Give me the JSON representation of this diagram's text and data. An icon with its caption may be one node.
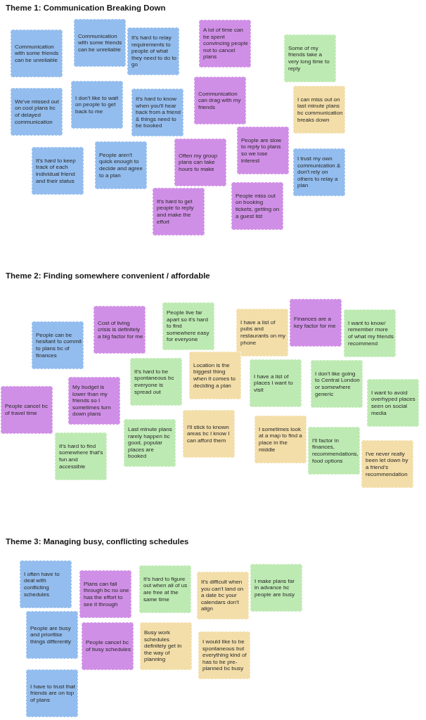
{
  "diagram": {
    "nodes": [
      {
        "text": [
          "Communication with some friends can be unreliable"
        ]
      },
      {
        "text": [
          "Communication with some friends can be unreliable"
        ]
      },
      {
        "text": [
          "It's hard to relay requirements to people of what they need to do to go"
        ]
      },
      {
        "text": [
          "A lot of time can be spent convincing people not to cancel plans"
        ]
      },
      {
        "text": [
          "Some of my friends take a very long time to reply"
        ]
      },
      {
        "text": [
          "We've missed out on cool plans bc of delayed communication"
        ]
      },
      {
        "text": [
          "I don't like to wait on people to get back to me"
        ]
      },
      {
        "text": [
          "It's hard to know when you'll hear back from a friend & things need to be booked"
        ]
      },
      {
        "text": [
          "Communication can drag with my friends"
        ]
      },
      {
        "text": [
          "I can miss out on last minute plans bc communication breaks down"
        ]
      },
      {
        "text": [
          "It's hard to keep track of each individual friend and their status"
        ]
      },
      {
        "text": [
          "People aren't quick enough to decide and agree to a plan"
        ]
      },
      {
        "text": [
          "Often my group plans can take hours to make"
        ]
      },
      {
        "text": [
          "People are slow to reply to plans so we lose interest"
        ]
      },
      {
        "text": [
          "I trust my own communication & don't rely on others to relay a plan"
        ]
      },
      {
        "text": [
          "It's hard to get people to reply and make the effort"
        ]
      },
      {
        "text": [
          "People miss out on booking tickets, getting on a guest list"
        ]
      },
      {
        "text": [
          "People can be hesitant to commit to plans bc of finances"
        ]
      },
      {
        "text": [
          "Cost of living crisis is definitely a big factor for me"
        ]
      },
      {
        "text": [
          "People live far apart so it's hard to find somewhere easy for everyone"
        ]
      },
      {
        "text": [
          "I have a list of pubs and restaurants on my phone"
        ]
      },
      {
        "text": [
          "Finances are a key factor for me"
        ]
      },
      {
        "text": [
          "I want to know/ remember more of what my friends recommend"
        ]
      },
      {
        "text": [
          "People cancel bc of travel time"
        ]
      },
      {
        "text": [
          "My budget is lower than my friends so I sometimes turn down plans"
        ]
      },
      {
        "text": [
          "It's hard to be spontaneous bc everyone is spread out"
        ]
      },
      {
        "text": [
          "Location is the biggest thing when it comes to deciding a plan"
        ]
      },
      {
        "text": [
          "I have a list of places I want to visit"
        ]
      },
      {
        "text": [
          "I don't like going to Central London or somewhere generic"
        ]
      },
      {
        "text": [
          "I want to avoid overhyped places seen on social media"
        ]
      },
      {
        "text": [
          "It's hard to find somewhere that's fun and accessible"
        ]
      },
      {
        "text": [
          "Last minute plans rarely happen bc good, popular places are booked"
        ]
      },
      {
        "text": [
          "I'll stick to known areas bc I know I can afford them"
        ]
      },
      {
        "text": [
          "I sometimes look at a map to find a place in the middle"
        ]
      },
      {
        "text": [
          "I'll factor in finances, recommendations, food options"
        ]
      },
      {
        "text": [
          "I've never really been let down by a friend's recommendation"
        ]
      },
      {
        "text": [
          "I often have to deal with conflicting schedules"
        ]
      },
      {
        "text": [
          "Plans can fall through bc no one has the effort to see it through"
        ]
      },
      {
        "text": [
          "It's hard to figure out when all of us are free at the same time"
        ]
      },
      {
        "text": [
          "It's difficult when you can't land on a date bc your calendars don't align"
        ]
      },
      {
        "text": [
          "I make plans far in advance bc people are busy"
        ]
      },
      {
        "text": [
          "People are busy and prioritise things differently"
        ]
      },
      {
        "text": [
          "People cancel bc of busy schedules"
        ]
      },
      {
        "text": [
          "Busy work schedules definitely get in the way of planning"
        ]
      },
      {
        "text": [
          "I would like to be spontaneous but everything kind of has to be pre-planned bc busy"
        ]
      },
      {
        "text": [
          "I have to trust that friends are on top of plans"
        ]
      }
    ],
    "labels": [
      "Theme 1: Communication Breaking Down",
      "Theme 2: Finding somewhere convenient / affordable",
      "Theme 3: Managing busy, conflicting schedules"
    ]
  }
}
